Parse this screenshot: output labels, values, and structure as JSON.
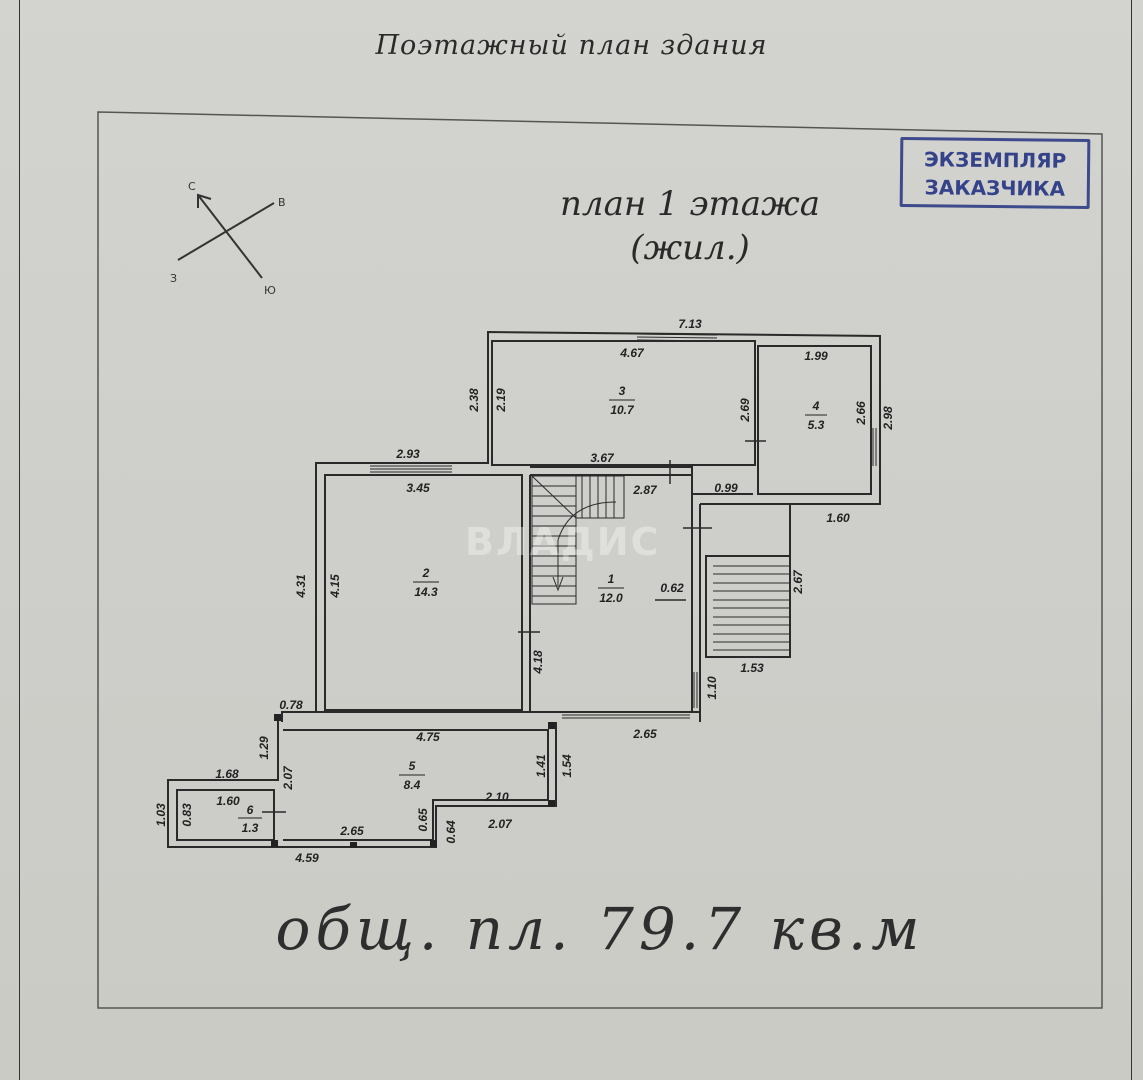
{
  "document": {
    "title": "Поэтажный план здания",
    "stamp": {
      "line1": "ЭКЗЕМПЛЯР",
      "line2": "ЗАКАЗЧИКА",
      "color": "#34428a"
    },
    "plan_title": {
      "line1": "план 1 этажа",
      "line2": "(жил.)"
    },
    "total_area": "общ. пл. 79.7 кв.м",
    "watermark": "ВЛАДИС"
  },
  "compass": {
    "north": "С",
    "east": "В",
    "south": "Ю",
    "west": "З"
  },
  "rooms": [
    {
      "number": "1",
      "area": "12.0"
    },
    {
      "number": "2",
      "area": "14.3"
    },
    {
      "number": "3",
      "area": "10.7"
    },
    {
      "number": "4",
      "area": "5.3"
    },
    {
      "number": "5",
      "area": "8.4"
    },
    {
      "number": "6",
      "area": "1.3"
    }
  ],
  "dimensions": {
    "d713": "7.13",
    "d467": "4.67",
    "d199": "1.99",
    "d238": "2.38",
    "d219": "2.19",
    "d269": "2.69",
    "d266": "2.66",
    "d298": "2.98",
    "d367": "3.67",
    "d287": "2.87",
    "d099": "0.99",
    "d160a": "1.60",
    "d293": "2.93",
    "d345": "3.45",
    "d431": "4.31",
    "d415": "4.15",
    "d418": "4.18",
    "d062": "0.62",
    "d267": "2.67",
    "d153": "1.53",
    "d110": "1.10",
    "d265a": "2.65",
    "d078": "0.78",
    "d475": "4.75",
    "d129": "1.29",
    "d168": "1.68",
    "d207a": "2.07",
    "d103": "1.03",
    "d083": "0.83",
    "d160b": "1.60",
    "d265b": "2.65",
    "d065": "0.65",
    "d064": "0.64",
    "d210": "2.10",
    "d207b": "2.07",
    "d141": "1.41",
    "d154": "1.54",
    "d459": "4.59"
  }
}
